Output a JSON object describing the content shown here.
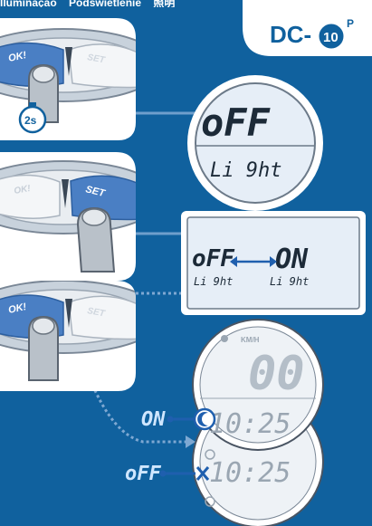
{
  "header": {
    "items": [
      "Iluminação",
      "Podświetlenie",
      "照明"
    ]
  },
  "logo": {
    "text": "DC-",
    "badge": "10",
    "suffix": "P"
  },
  "step1": {
    "buttons": {
      "left": "OK!",
      "right": "SET"
    },
    "timer": "2s",
    "display": {
      "top": "oFF",
      "bottom": "Li 9ht"
    }
  },
  "step2": {
    "buttons": {
      "left": "OK!",
      "right": "SET"
    },
    "toggle": {
      "left_top": "oFF",
      "left_bottom": "Li 9ht",
      "right_top": "ON",
      "right_bottom": "Li 9ht"
    }
  },
  "step3": {
    "buttons": {
      "left": "OK!",
      "right": "SET"
    },
    "computer": {
      "unit": "KM/H",
      "speed": "00",
      "time_on": "10:25",
      "time_off": "10:25"
    },
    "labels": {
      "on": "ON",
      "off": "oFF"
    }
  },
  "colors": {
    "background": "#10619e",
    "panel": "#ffffff",
    "lcd": "#e6eef7",
    "accent_blue": "#1f5fae"
  }
}
